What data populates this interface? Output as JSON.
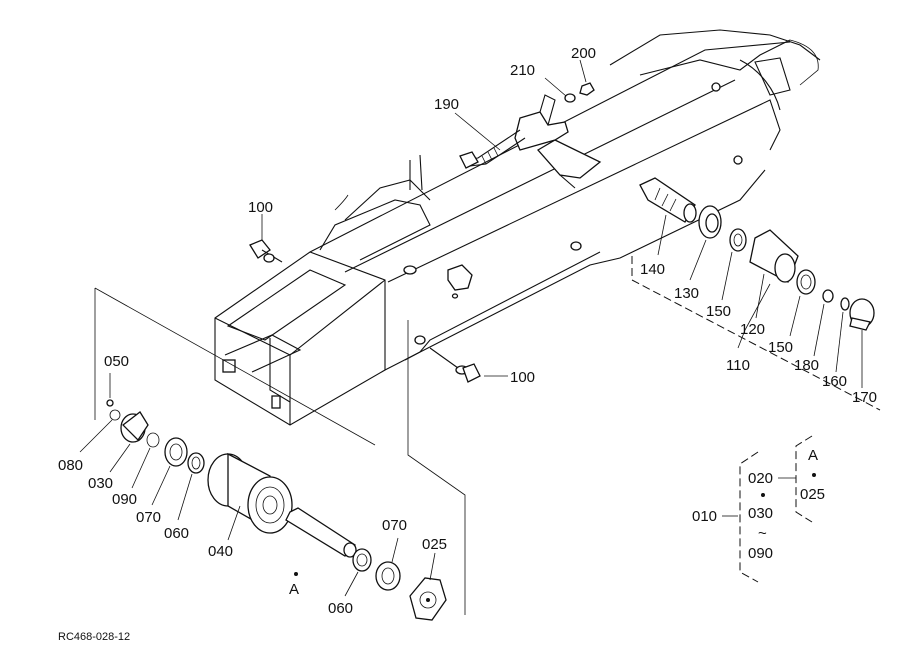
{
  "diagram": {
    "drawing_code": "RC468-028-12",
    "callouts": [
      {
        "id": "c200",
        "text": "200"
      },
      {
        "id": "c210",
        "text": "210"
      },
      {
        "id": "c190",
        "text": "190"
      },
      {
        "id": "c100a",
        "text": "100"
      },
      {
        "id": "c100b",
        "text": "100"
      },
      {
        "id": "c140",
        "text": "140"
      },
      {
        "id": "c130",
        "text": "130"
      },
      {
        "id": "c150a",
        "text": "150"
      },
      {
        "id": "c120",
        "text": "120"
      },
      {
        "id": "c110",
        "text": "110"
      },
      {
        "id": "c150b",
        "text": "150"
      },
      {
        "id": "c180",
        "text": "180"
      },
      {
        "id": "c160",
        "text": "160"
      },
      {
        "id": "c170",
        "text": "170"
      },
      {
        "id": "c050",
        "text": "050"
      },
      {
        "id": "c080",
        "text": "080"
      },
      {
        "id": "c030",
        "text": "030"
      },
      {
        "id": "c090",
        "text": "090"
      },
      {
        "id": "c070a",
        "text": "070"
      },
      {
        "id": "c060a",
        "text": "060"
      },
      {
        "id": "c040",
        "text": "040"
      },
      {
        "id": "cA",
        "text": "A"
      },
      {
        "id": "c070b",
        "text": "070"
      },
      {
        "id": "c025",
        "text": "025"
      },
      {
        "id": "c060b",
        "text": "060"
      }
    ],
    "legend": {
      "assembly": "010",
      "item_020": "020",
      "item_030": "030",
      "range_mark": "~",
      "item_090": "090",
      "ref_letter": "A",
      "item_025": "025"
    }
  }
}
